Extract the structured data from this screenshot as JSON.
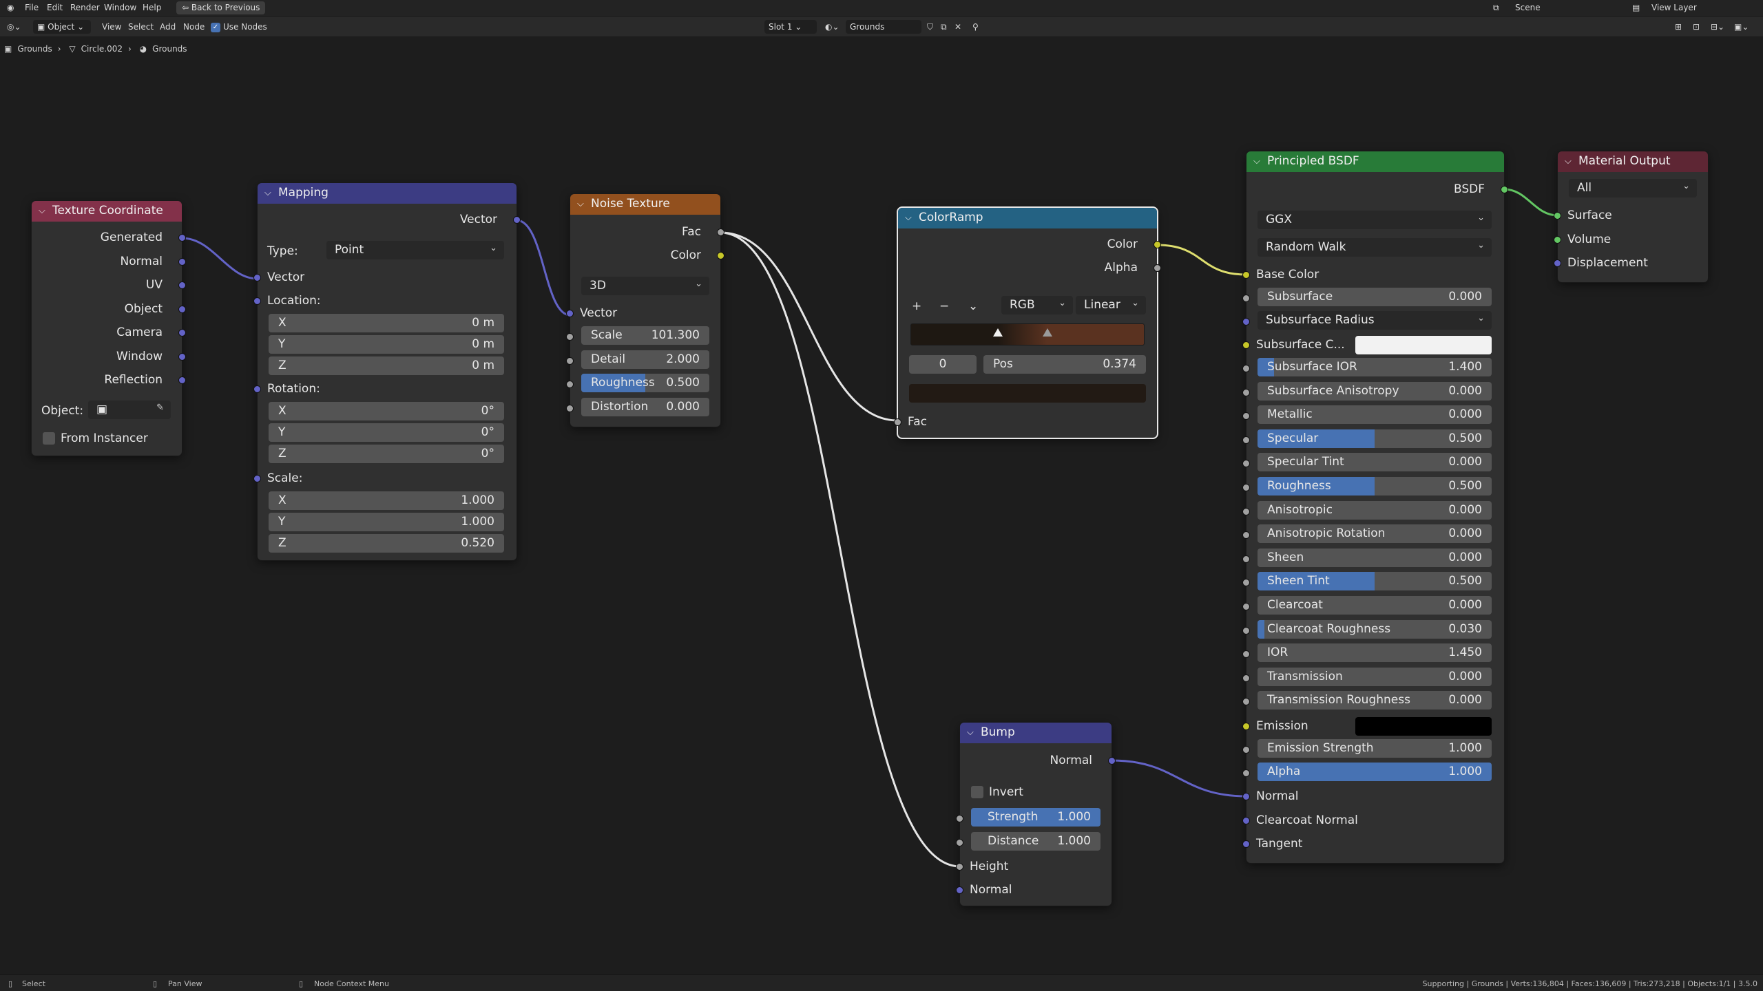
{
  "app": {
    "menus": [
      "File",
      "Edit",
      "Render",
      "Window",
      "Help"
    ],
    "back_button": "Back to Previous",
    "scene": "Scene",
    "view_layer": "View Layer"
  },
  "header": {
    "mode": "Object",
    "menus": [
      "View",
      "Select",
      "Add",
      "Node"
    ],
    "use_nodes": "Use Nodes",
    "slot": "Slot 1",
    "material": "Grounds"
  },
  "breadcrumb": [
    "Grounds",
    "Circle.002",
    "Grounds"
  ],
  "status": {
    "select": "Select",
    "pan": "Pan View",
    "context": "Node Context Menu",
    "stats": "Supporting | Grounds | Verts:136,804 | Faces:136,609 | Tris:273,218 | Objects:1/1 | 3.5.0"
  },
  "colors": {
    "texture_header": "#83314a",
    "vector_header": "#3c3c83",
    "noise_header": "#92501e",
    "converter_header": "#246283",
    "shader_header": "#287b38",
    "output_header": "#5e2634",
    "socket_vector": "#6363c7",
    "socket_float": "#a1a1a1",
    "socket_color": "#c7c729",
    "socket_shader": "#63c763",
    "wire_default": "#e6e6e6",
    "wire_color": "#dede6e",
    "wire_vector": "#6363c7",
    "wire_shader": "#63c763",
    "accent": "#4772b3"
  },
  "texcoord": {
    "title": "Texture Coordinate",
    "outputs": [
      "Generated",
      "Normal",
      "UV",
      "Object",
      "Camera",
      "Window",
      "Reflection"
    ],
    "object_label": "Object:",
    "from_instancer": "From Instancer"
  },
  "mapping": {
    "title": "Mapping",
    "output": "Vector",
    "type_label": "Type:",
    "type_value": "Point",
    "vector_label": "Vector",
    "location_label": "Location:",
    "location": [
      [
        "X",
        "0 m"
      ],
      [
        "Y",
        "0 m"
      ],
      [
        "Z",
        "0 m"
      ]
    ],
    "rotation_label": "Rotation:",
    "rotation": [
      [
        "X",
        "0°"
      ],
      [
        "Y",
        "0°"
      ],
      [
        "Z",
        "0°"
      ]
    ],
    "scale_label": "Scale:",
    "scale": [
      [
        "X",
        "1.000"
      ],
      [
        "Y",
        "1.000"
      ],
      [
        "Z",
        "0.520"
      ]
    ]
  },
  "noise": {
    "title": "Noise Texture",
    "outputs": [
      "Fac",
      "Color"
    ],
    "dimensions": "3D",
    "vector_label": "Vector",
    "fields": [
      [
        "Scale",
        "101.300",
        0
      ],
      [
        "Detail",
        "2.000",
        0
      ],
      [
        "Roughness",
        "0.500",
        0.5
      ],
      [
        "Distortion",
        "0.000",
        0
      ]
    ]
  },
  "colorramp": {
    "title": "ColorRamp",
    "outputs": [
      "Color",
      "Alpha"
    ],
    "add": "+",
    "remove": "−",
    "menu": "⌄",
    "color_mode": "RGB",
    "interpolation": "Linear",
    "index": "0",
    "pos_label": "Pos",
    "pos_value": "0.374",
    "input": "Fac",
    "stops": [
      0.374,
      0.585
    ]
  },
  "bump": {
    "title": "Bump",
    "output": "Normal",
    "invert": "Invert",
    "fields": [
      [
        "Strength",
        "1.000",
        1
      ],
      [
        "Distance",
        "1.000",
        0
      ]
    ],
    "inputs": [
      "Height",
      "Normal"
    ]
  },
  "bsdf": {
    "title": "Principled BSDF",
    "output": "BSDF",
    "distribution": "GGX",
    "subsurface_method": "Random Walk",
    "base_color": "Base Color",
    "subsurface": [
      "Subsurface",
      "0.000",
      0
    ],
    "subsurface_radius": "Subsurface Radius",
    "subsurface_color": "Subsurface C...",
    "params": [
      [
        "Subsurface IOR",
        "1.400",
        0.07
      ],
      [
        "Subsurface Anisotropy",
        "0.000",
        0
      ],
      [
        "Metallic",
        "0.000",
        0
      ],
      [
        "Specular",
        "0.500",
        0.5
      ],
      [
        "Specular Tint",
        "0.000",
        0
      ],
      [
        "Roughness",
        "0.500",
        0.5
      ],
      [
        "Anisotropic",
        "0.000",
        0
      ],
      [
        "Anisotropic Rotation",
        "0.000",
        0
      ],
      [
        "Sheen",
        "0.000",
        0
      ],
      [
        "Sheen Tint",
        "0.500",
        0.5
      ],
      [
        "Clearcoat",
        "0.000",
        0
      ],
      [
        "Clearcoat Roughness",
        "0.030",
        0.03
      ],
      [
        "IOR",
        "1.450",
        0
      ],
      [
        "Transmission",
        "0.000",
        0
      ],
      [
        "Transmission Roughness",
        "0.000",
        0
      ]
    ],
    "emission": "Emission",
    "emission_strength": [
      "Emission Strength",
      "1.000",
      0
    ],
    "alpha": [
      "Alpha",
      "1.000",
      1
    ],
    "bottom_inputs": [
      "Normal",
      "Clearcoat Normal",
      "Tangent"
    ]
  },
  "output": {
    "title": "Material Output",
    "target": "All",
    "inputs": [
      "Surface",
      "Volume",
      "Displacement"
    ]
  }
}
